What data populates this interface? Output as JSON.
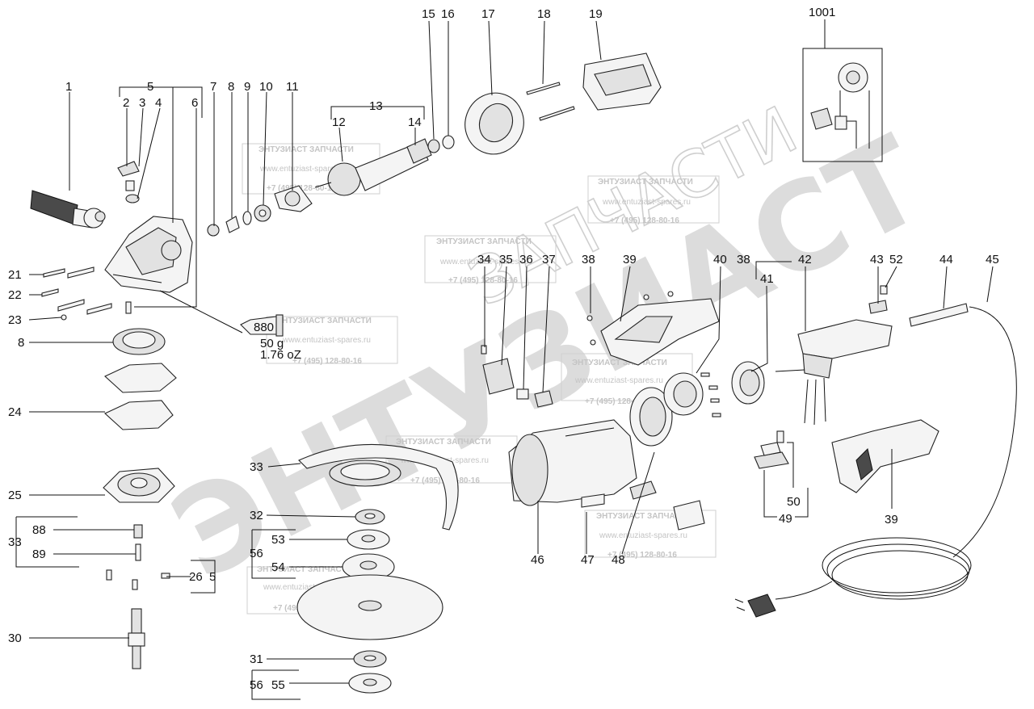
{
  "diagram": {
    "watermark": {
      "big_text": "ЭНТУЗИАСТ",
      "mid_text": "ЗАПЧАСТИ",
      "stamp_title": "ЭНТУЗИАСТ ЗАПЧАСТИ",
      "stamp_url": "www.entuziast-spares.ru",
      "stamp_phone": "+7 (495) 128-80-16"
    },
    "grease_tube": {
      "code": "880",
      "weight_g": "50 g",
      "weight_oz": "1.76 oZ"
    },
    "part_labels": {
      "p1": "1",
      "p2": "2",
      "p3": "3",
      "p4": "4",
      "p5": "5",
      "p5b": "5",
      "p6": "6",
      "p7": "7",
      "p8": "8",
      "p8b": "8",
      "p9": "9",
      "p10": "10",
      "p11": "11",
      "p12": "12",
      "p13": "13",
      "p14": "14",
      "p15": "15",
      "p16": "16",
      "p17": "17",
      "p18": "18",
      "p19": "19",
      "p1001": "1001",
      "p21": "21",
      "p22": "22",
      "p23": "23",
      "p24": "24",
      "p25": "25",
      "p26": "26",
      "p30": "30",
      "p31": "31",
      "p32": "32",
      "p33": "33",
      "p33b": "33",
      "p34": "34",
      "p35": "35",
      "p36": "36",
      "p37": "37",
      "p38": "38",
      "p38b": "38",
      "p39": "39",
      "p39b": "39",
      "p40": "40",
      "p41": "41",
      "p42": "42",
      "p43": "43",
      "p44": "44",
      "p45": "45",
      "p46": "46",
      "p47": "47",
      "p48": "48",
      "p49": "49",
      "p50": "50",
      "p52": "52",
      "p53": "53",
      "p54": "54",
      "p55": "55",
      "p56": "56",
      "p56b": "56",
      "p88": "88",
      "p89": "89"
    }
  }
}
